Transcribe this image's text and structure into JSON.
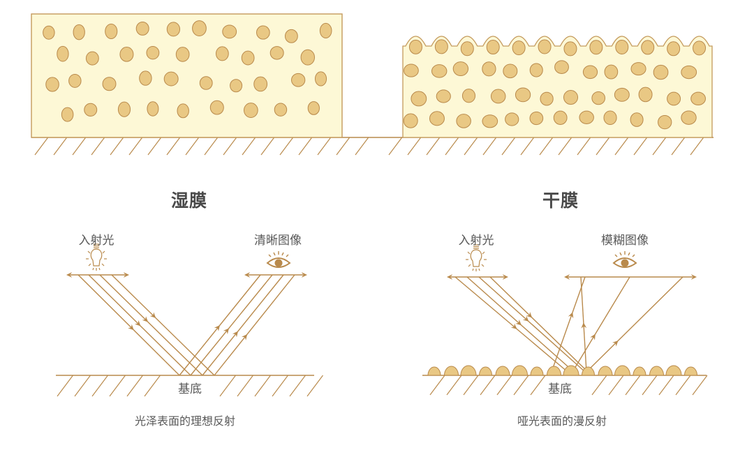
{
  "wet_film": {
    "title": "湿膜",
    "incident_label": "入射光",
    "image_label": "清晰图像",
    "substrate_label": "基底",
    "caption": "光泽表面的理想反射"
  },
  "dry_film": {
    "title": "干膜",
    "incident_label": "入射光",
    "image_label": "模糊图像",
    "substrate_label": "基底",
    "caption": "哑光表面的漫反射"
  },
  "colors": {
    "film_fill": "#fdf8d6",
    "film_border": "#c49a5c",
    "particle_fill": "#e9c884",
    "particle_stroke": "#b98a4c",
    "line": "#b98a4c",
    "text": "#595959"
  },
  "icons": [
    "light-bulb-icon",
    "eye-icon"
  ]
}
